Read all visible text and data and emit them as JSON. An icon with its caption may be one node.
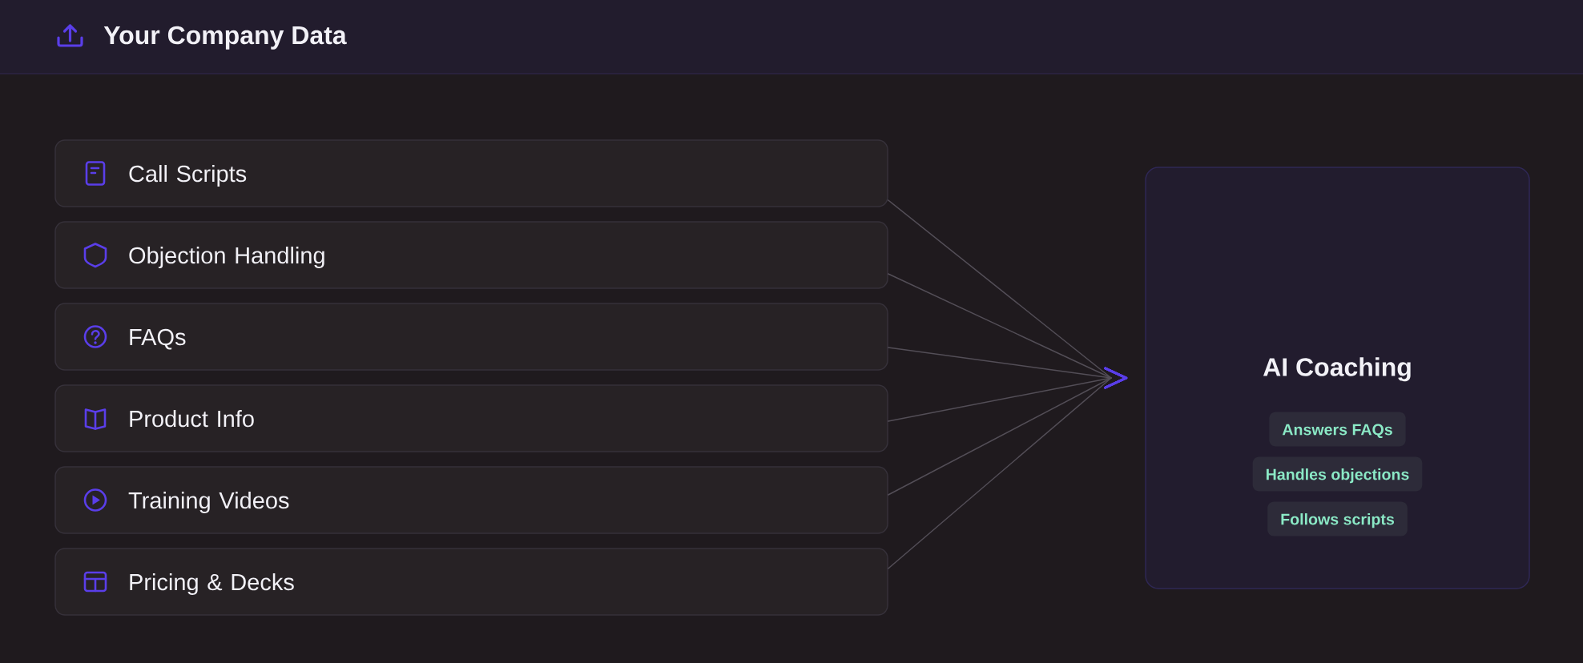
{
  "diagram": {
    "title": "Your Company Data",
    "nodes": [
      {
        "text": [
          "Call Scripts"
        ]
      },
      {
        "text": [
          "Objection Handling"
        ]
      },
      {
        "text": [
          "FAQs"
        ]
      },
      {
        "text": [
          "Product Info"
        ]
      },
      {
        "text": [
          "Training Videos"
        ]
      },
      {
        "text": [
          "Pricing & Decks"
        ]
      },
      {
        "text": [
          "AI Coaching"
        ]
      },
      {
        "text": [
          "Answers FAQs"
        ],
        "in": 6
      },
      {
        "text": [
          "Handles objections"
        ],
        "in": 6
      },
      {
        "text": [
          "Follows scripts"
        ],
        "in": 6
      }
    ],
    "edges": [
      {
        "from": 0,
        "to": 6,
        "arrow": "to"
      },
      {
        "from": 1,
        "to": 6,
        "arrow": "to"
      },
      {
        "from": 2,
        "to": 6,
        "arrow": "to"
      },
      {
        "from": 3,
        "to": 6,
        "arrow": "to"
      },
      {
        "from": 4,
        "to": 6,
        "arrow": "to"
      },
      {
        "from": 5,
        "to": 6,
        "arrow": "to"
      }
    ]
  }
}
